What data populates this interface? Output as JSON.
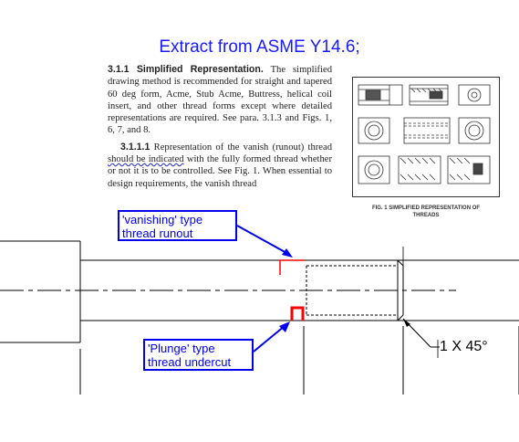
{
  "title": "Extract from ASME Y14.6;",
  "standard_text": {
    "p1_heading": "3.1.1 Simplified Representation.",
    "p1_body": " The simplified drawing method is recommended for straight and tapered 60 deg form, Acme, Stub Acme, Buttress, helical coil insert, and other thread forms except where detailed representations are required. See para. 3.1.3 and Figs. 1, 6, 7, and 8.",
    "p2_heading": "3.1.1.1",
    "p2_before": " Representation of the vanish (runout) thread ",
    "p2_underlined": "should be indicated",
    "p2_after": " with the fully formed thread whether or not it is to be controlled. See Fig. 1. When essential to design requirements, the vanish thread"
  },
  "figure_caption": {
    "line1": "FIG. 1   SIMPLIFIED REPRESENTATION OF",
    "line2": "THREADS"
  },
  "callouts": {
    "vanishing": {
      "line1": "'vanishing' type",
      "line2": "thread runout"
    },
    "plunge": {
      "line1": "'Plunge' type",
      "line2": "thread undercut"
    }
  },
  "dimension": "1 X 45°",
  "colors": {
    "title": "#1a1aff",
    "callout": "#0000ee",
    "highlight": "#ff0000",
    "drawing": "#000000"
  }
}
